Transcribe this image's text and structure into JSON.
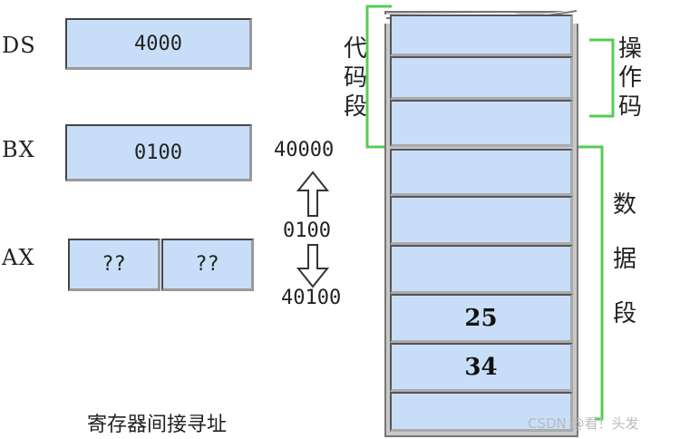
{
  "registers": [
    {
      "name": "DS",
      "value": "4000"
    },
    {
      "name": "BX",
      "value": "0100"
    },
    {
      "name": "AX",
      "high": "??",
      "low": "??"
    }
  ],
  "addresses": {
    "base": "40000",
    "offset": "0100",
    "effective": "40100"
  },
  "segments": {
    "code_segment": [
      "代",
      "码",
      "段"
    ],
    "opcode": [
      "操",
      "作",
      "码"
    ],
    "data_segment": [
      "数",
      "据",
      "段"
    ]
  },
  "memory_cells": [
    "",
    "",
    "",
    "",
    "",
    "",
    "25",
    "34",
    ""
  ],
  "caption": "寄存器间接寻址",
  "watermark": "CSDN @看！头发",
  "colors": {
    "cell_fill": "#c8def8",
    "bracket": "#55cc55",
    "arrow": "#333333"
  }
}
